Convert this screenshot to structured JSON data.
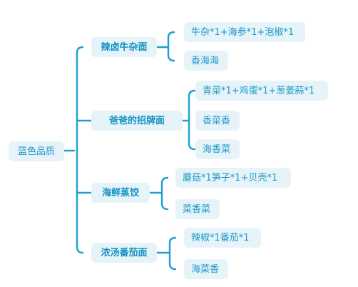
{
  "mindmap": {
    "root": "蓝色品质",
    "branches": [
      {
        "label": "辣卤牛杂面",
        "items": [
          "牛杂*1+海参*1+泡椒*1",
          "香海海"
        ]
      },
      {
        "label": "爸爸的招牌面",
        "items": [
          "青菜*1+鸡蛋*1+葱姜蒜*1",
          "香菜香",
          "海香菜"
        ]
      },
      {
        "label": "海鲜蒸饺",
        "items": [
          "蘑菇*1笋子*1+贝壳*1",
          "菜香菜"
        ]
      },
      {
        "label": "浓汤番茄面",
        "items": [
          "辣椒*1番茄*1",
          "海菜香"
        ]
      }
    ],
    "colors": {
      "line": "#1e9fd0",
      "node_bg": "#e6f4fa",
      "text": "#1e98c6"
    }
  }
}
